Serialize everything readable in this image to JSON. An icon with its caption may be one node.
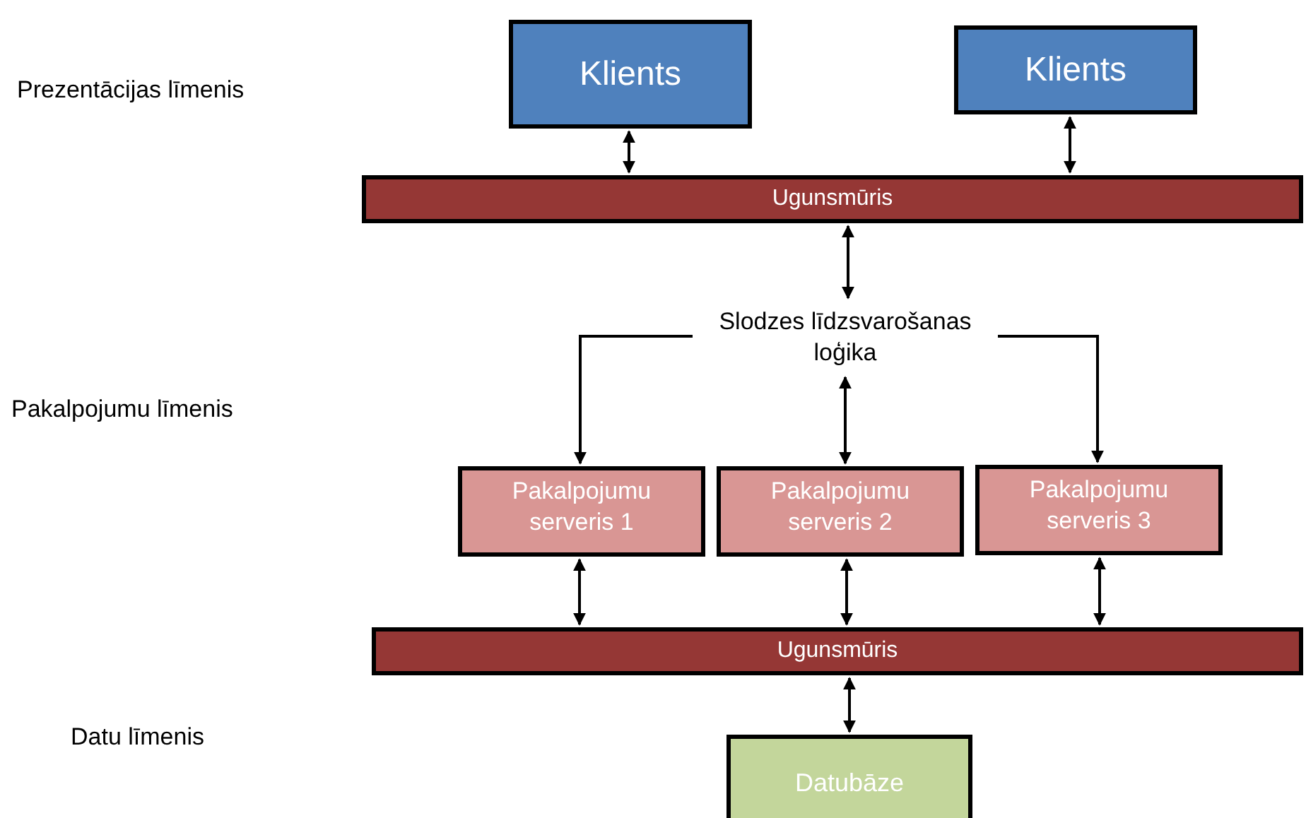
{
  "diagram": {
    "nodes": [
      {
        "text": [
          "Klients"
        ]
      },
      {
        "text": [
          "Klients"
        ]
      },
      {
        "text": [
          "Ugunsmūris"
        ]
      },
      {
        "text": [
          "Slodzes līdzsvarošanas loģika"
        ]
      },
      {
        "text": [
          "Pakalpojumu serveris 1"
        ]
      },
      {
        "text": [
          "Pakalpojumu serveris 2"
        ]
      },
      {
        "text": [
          "Pakalpojumu serveris 3"
        ]
      },
      {
        "text": [
          "Ugunsmūris"
        ]
      },
      {
        "text": [
          "Datubāze"
        ]
      }
    ],
    "edges": [
      {
        "from": 0,
        "to": 2,
        "arrow": "both"
      },
      {
        "from": 1,
        "to": 2,
        "arrow": "both"
      },
      {
        "from": 2,
        "to": 3,
        "arrow": "both"
      },
      {
        "from": 3,
        "to": 4,
        "arrow": "to"
      },
      {
        "from": 3,
        "to": 5,
        "arrow": "both"
      },
      {
        "from": 3,
        "to": 6,
        "arrow": "to"
      },
      {
        "from": 4,
        "to": 7,
        "arrow": "both"
      },
      {
        "from": 5,
        "to": 7,
        "arrow": "both"
      },
      {
        "from": 6,
        "to": 7,
        "arrow": "both"
      },
      {
        "from": 7,
        "to": 8,
        "arrow": "both"
      }
    ],
    "labels": [
      "Prezentācijas līmenis",
      "Pakalpojumu līmenis",
      "Datu līmenis"
    ]
  }
}
